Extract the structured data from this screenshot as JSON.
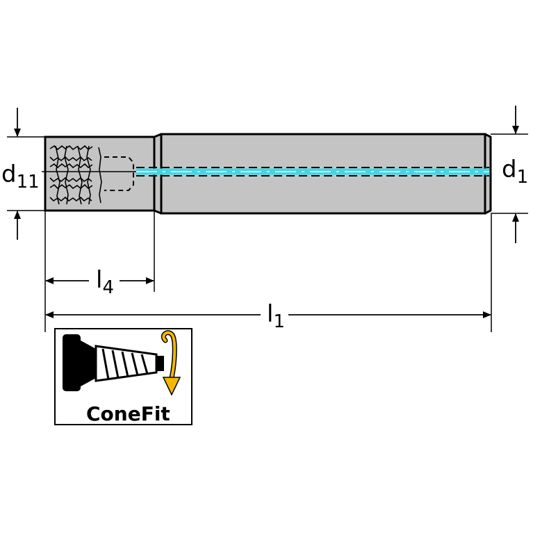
{
  "dimensions": {
    "d11": {
      "main": "d",
      "sub": "11"
    },
    "d1": {
      "main": "d",
      "sub": "1"
    },
    "l4": {
      "main": "l",
      "sub": "4"
    },
    "l1": {
      "main": "l",
      "sub": "1"
    }
  },
  "badge": {
    "label": "ConeFit"
  },
  "colors": {
    "body": "#c4c4c4",
    "outline": "#000000",
    "coolant": "#3fd7e6",
    "arrow": "#f5b800"
  }
}
